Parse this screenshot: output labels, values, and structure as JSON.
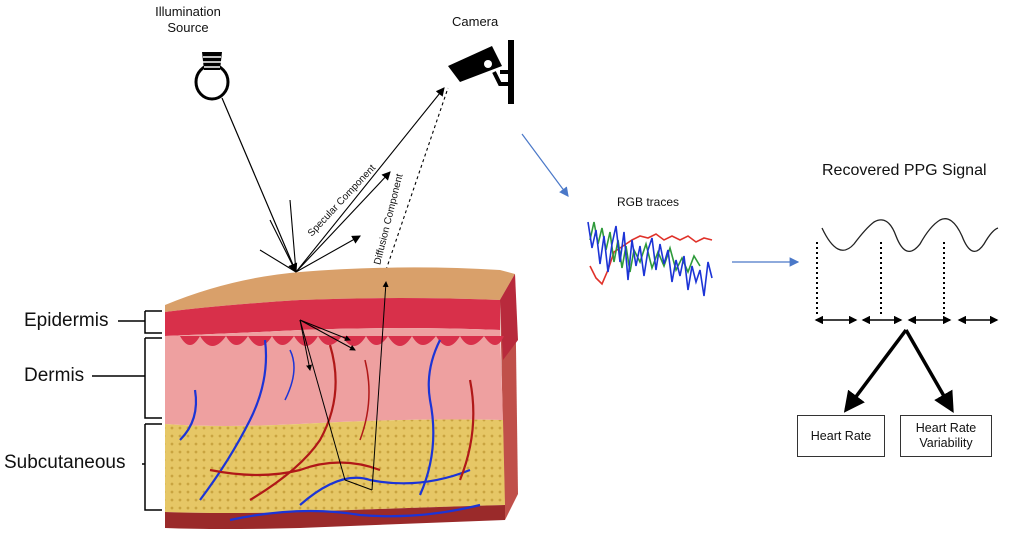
{
  "labels": {
    "illumination_line1": "Illumination",
    "illumination_line2": "Source",
    "camera": "Camera",
    "specular": "Specular Component",
    "diffusion": "Diffusion Component",
    "epidermis": "Epidermis",
    "dermis": "Dermis",
    "subcutaneous": "Subcutaneous",
    "rgb_traces": "RGB traces",
    "recovered_ppg": "Recovered PPG Signal",
    "heart_rate": "Heart Rate",
    "hrv_line1": "Heart Rate",
    "hrv_line2": "Variability"
  },
  "colors": {
    "red_trace": "#e0322a",
    "green_trace": "#2e9a3a",
    "blue_trace": "#1c34d6",
    "epidermis": "#d8304a",
    "dermis": "#eea0a0",
    "subcutaneous": "#e8c86a",
    "skin_top": "#d9a06a",
    "arrow_blue": "#4a78c8"
  }
}
